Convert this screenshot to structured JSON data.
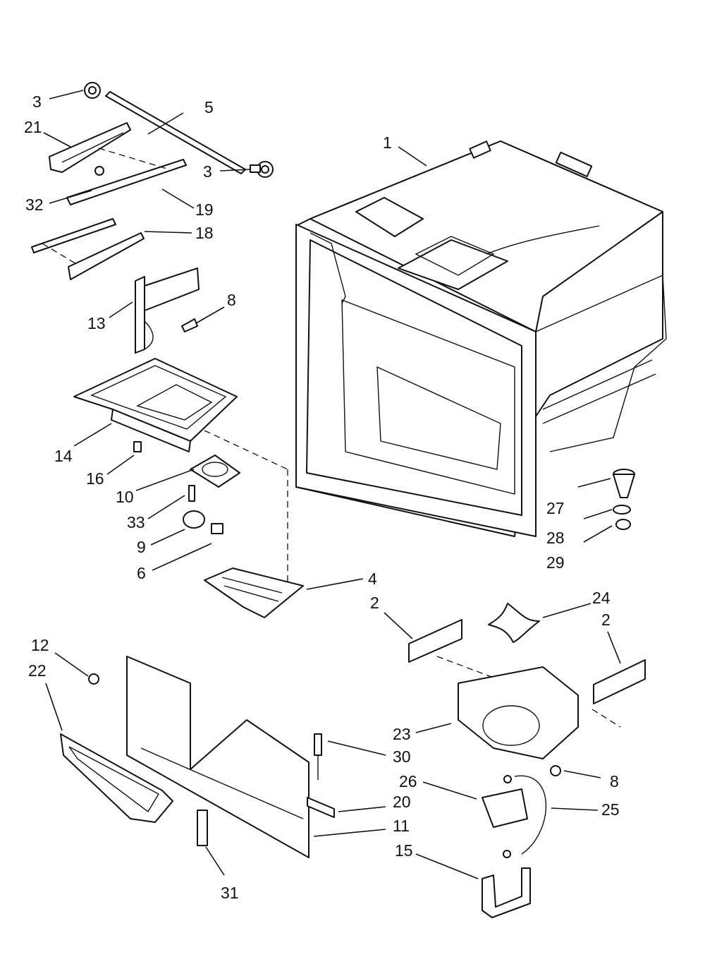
{
  "callouts": [
    {
      "id": "c1",
      "text": "1"
    },
    {
      "id": "c2a",
      "text": "2"
    },
    {
      "id": "c2b",
      "text": "2"
    },
    {
      "id": "c3a",
      "text": "3"
    },
    {
      "id": "c3b",
      "text": "3"
    },
    {
      "id": "c4",
      "text": "4"
    },
    {
      "id": "c5",
      "text": "5"
    },
    {
      "id": "c6",
      "text": "6"
    },
    {
      "id": "c8a",
      "text": "8"
    },
    {
      "id": "c8b",
      "text": "8"
    },
    {
      "id": "c9",
      "text": "9"
    },
    {
      "id": "c10",
      "text": "10"
    },
    {
      "id": "c11",
      "text": "11"
    },
    {
      "id": "c12",
      "text": "12"
    },
    {
      "id": "c13",
      "text": "13"
    },
    {
      "id": "c14",
      "text": "14"
    },
    {
      "id": "c15",
      "text": "15"
    },
    {
      "id": "c16",
      "text": "16"
    },
    {
      "id": "c18",
      "text": "18"
    },
    {
      "id": "c19",
      "text": "19"
    },
    {
      "id": "c20",
      "text": "20"
    },
    {
      "id": "c21",
      "text": "21"
    },
    {
      "id": "c22",
      "text": "22"
    },
    {
      "id": "c23",
      "text": "23"
    },
    {
      "id": "c24",
      "text": "24"
    },
    {
      "id": "c25",
      "text": "25"
    },
    {
      "id": "c26",
      "text": "26"
    },
    {
      "id": "c27",
      "text": "27"
    },
    {
      "id": "c28",
      "text": "28"
    },
    {
      "id": "c29",
      "text": "29"
    },
    {
      "id": "c30",
      "text": "30"
    },
    {
      "id": "c31",
      "text": "31"
    },
    {
      "id": "c32",
      "text": "32"
    },
    {
      "id": "c33",
      "text": "33"
    }
  ]
}
